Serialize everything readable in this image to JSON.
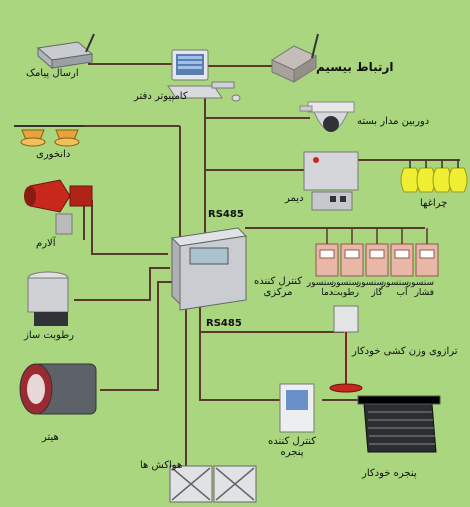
{
  "labels": {
    "sms": "ارسال پیامک",
    "office_pc": "کامپیوتر دفتر",
    "wireless": "ارتباط بیسیم",
    "camera": "دوربین مدار بسته",
    "feeders": "دانخوری",
    "lamps": "چراغها",
    "dimmer": "دیمر",
    "alarm": "آلارم",
    "humidifier": "رطوبت ساز",
    "heater": "هیتر",
    "fans": "هواکش ها",
    "controller": "کنترل کننده مرکزی",
    "rs485_top": "RS485",
    "rs485_mid": "RS485",
    "sensor_temp": "سنسور دما",
    "sensor_hum": "سنسور رطوبت",
    "sensor_gas": "سنسور گاز",
    "sensor_water": "سنسور آب",
    "sensor_pressure": "سنسور فشار",
    "scale": "ترازوی وزن کشی خودکار",
    "window_ctrl": "کنترل کننده پنجره",
    "auto_window": "پنجره خودکار"
  },
  "colors": {
    "background": "#a9d67f",
    "wire": "#5a3a2e",
    "bus": "#7a3c2c",
    "device_gray": "#c9cdd2",
    "sensor_pink": "#e9b7a7",
    "bulb_yellow": "#f0ee32",
    "alarm_red": "#c8281c"
  }
}
